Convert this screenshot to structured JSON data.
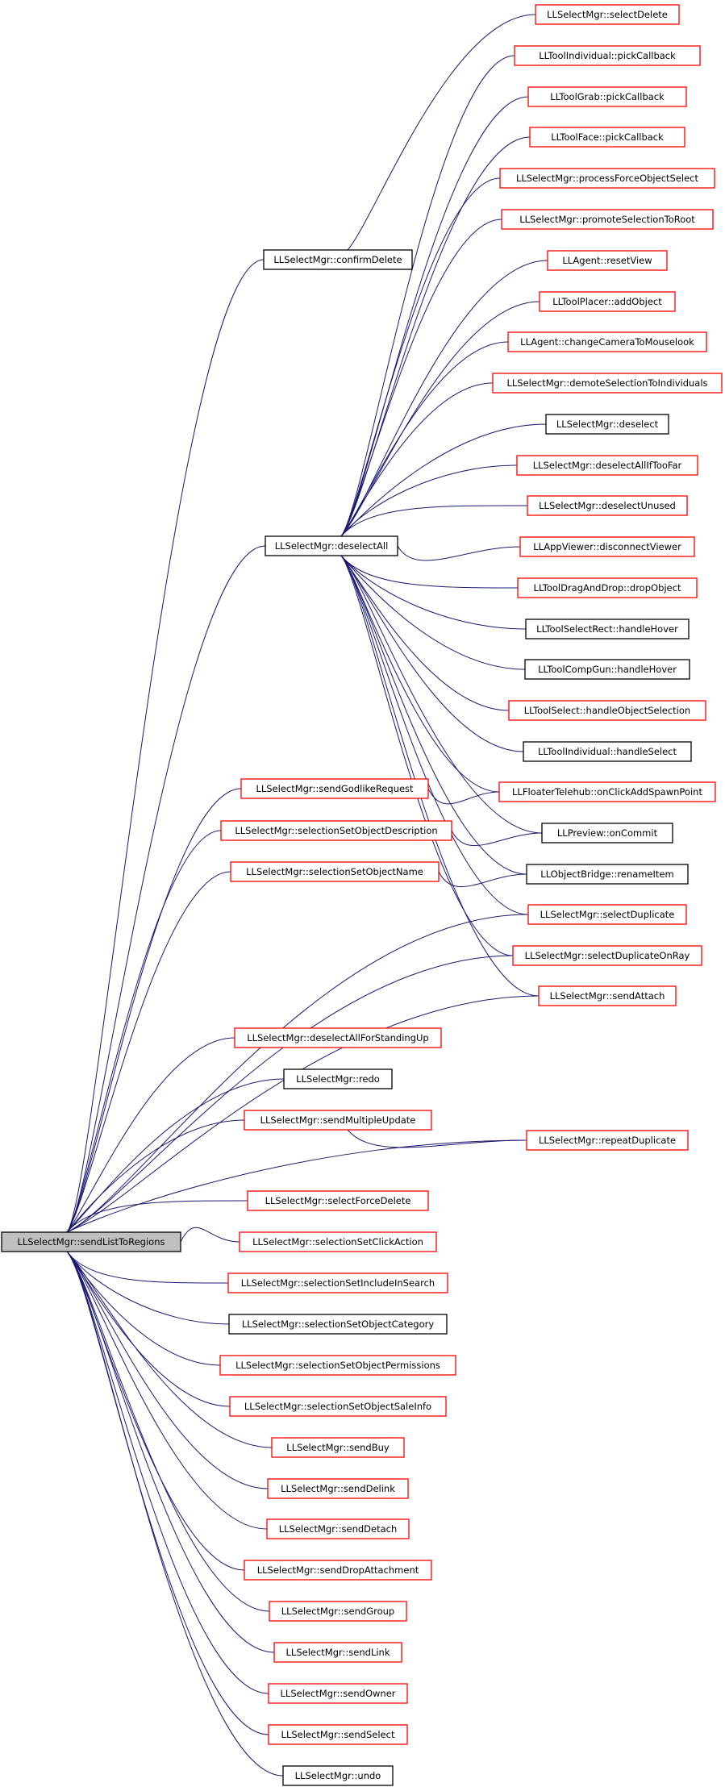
{
  "colors": {
    "edge": "#191970",
    "arrowhead": "#191970",
    "border_red": "#ff0000",
    "border_black": "#000000",
    "root_fill": "#bfbfbf"
  },
  "graph": {
    "root": "n_root",
    "nodes": [
      {
        "id": "n_root",
        "label": "LLSelectMgr::sendListToRegions",
        "border": "black",
        "root": true
      },
      {
        "id": "n_confirmDelete",
        "label": "LLSelectMgr::confirmDelete",
        "border": "black"
      },
      {
        "id": "n_deselectAll",
        "label": "LLSelectMgr::deselectAll",
        "border": "black"
      },
      {
        "id": "n_sendGodlikeRequest",
        "label": "LLSelectMgr::sendGodlikeRequest",
        "border": "red"
      },
      {
        "id": "n_selSetObjDesc",
        "label": "LLSelectMgr::selectionSetObjectDescription",
        "border": "red"
      },
      {
        "id": "n_selSetObjName",
        "label": "LLSelectMgr::selectionSetObjectName",
        "border": "red"
      },
      {
        "id": "n_deselectAllStanding",
        "label": "LLSelectMgr::deselectAllForStandingUp",
        "border": "red"
      },
      {
        "id": "n_redo",
        "label": "LLSelectMgr::redo",
        "border": "black"
      },
      {
        "id": "n_sendMultipleUpdate",
        "label": "LLSelectMgr::sendMultipleUpdate",
        "border": "red"
      },
      {
        "id": "n_selectForceDelete",
        "label": "LLSelectMgr::selectForceDelete",
        "border": "red"
      },
      {
        "id": "n_selSetClickAction",
        "label": "LLSelectMgr::selectionSetClickAction",
        "border": "red"
      },
      {
        "id": "n_selSetIncludeInSearch",
        "label": "LLSelectMgr::selectionSetIncludeInSearch",
        "border": "red"
      },
      {
        "id": "n_selSetObjCategory",
        "label": "LLSelectMgr::selectionSetObjectCategory",
        "border": "black"
      },
      {
        "id": "n_selSetObjPermissions",
        "label": "LLSelectMgr::selectionSetObjectPermissions",
        "border": "red"
      },
      {
        "id": "n_selSetObjSaleInfo",
        "label": "LLSelectMgr::selectionSetObjectSaleInfo",
        "border": "red"
      },
      {
        "id": "n_sendBuy",
        "label": "LLSelectMgr::sendBuy",
        "border": "red"
      },
      {
        "id": "n_sendDelink",
        "label": "LLSelectMgr::sendDelink",
        "border": "red"
      },
      {
        "id": "n_sendDetach",
        "label": "LLSelectMgr::sendDetach",
        "border": "red"
      },
      {
        "id": "n_sendDropAttachment",
        "label": "LLSelectMgr::sendDropAttachment",
        "border": "red"
      },
      {
        "id": "n_sendGroup",
        "label": "LLSelectMgr::sendGroup",
        "border": "red"
      },
      {
        "id": "n_sendLink",
        "label": "LLSelectMgr::sendLink",
        "border": "red"
      },
      {
        "id": "n_sendOwner",
        "label": "LLSelectMgr::sendOwner",
        "border": "red"
      },
      {
        "id": "n_sendSelect",
        "label": "LLSelectMgr::sendSelect",
        "border": "red"
      },
      {
        "id": "n_undo",
        "label": "LLSelectMgr::undo",
        "border": "black"
      },
      {
        "id": "n_selectDelete",
        "label": "LLSelectMgr::selectDelete",
        "border": "red"
      },
      {
        "id": "n_toolIndivPick",
        "label": "LLToolIndividual::pickCallback",
        "border": "red"
      },
      {
        "id": "n_toolGrabPick",
        "label": "LLToolGrab::pickCallback",
        "border": "red"
      },
      {
        "id": "n_toolFacePick",
        "label": "LLToolFace::pickCallback",
        "border": "red"
      },
      {
        "id": "n_processForceObjSel",
        "label": "LLSelectMgr::processForceObjectSelect",
        "border": "red"
      },
      {
        "id": "n_promoteSelToRoot",
        "label": "LLSelectMgr::promoteSelectionToRoot",
        "border": "red"
      },
      {
        "id": "n_agentResetView",
        "label": "LLAgent::resetView",
        "border": "red"
      },
      {
        "id": "n_toolPlacerAdd",
        "label": "LLToolPlacer::addObject",
        "border": "red"
      },
      {
        "id": "n_agentChangeCam",
        "label": "LLAgent::changeCameraToMouselook",
        "border": "red"
      },
      {
        "id": "n_demoteSelToIndiv",
        "label": "LLSelectMgr::demoteSelectionToIndividuals",
        "border": "red"
      },
      {
        "id": "n_deselect",
        "label": "LLSelectMgr::deselect",
        "border": "black"
      },
      {
        "id": "n_deselectAllIfTooFar",
        "label": "LLSelectMgr::deselectAllIfTooFar",
        "border": "red"
      },
      {
        "id": "n_deselectUnused",
        "label": "LLSelectMgr::deselectUnused",
        "border": "red"
      },
      {
        "id": "n_appViewerDisconnect",
        "label": "LLAppViewer::disconnectViewer",
        "border": "red"
      },
      {
        "id": "n_toolDragDrop",
        "label": "LLToolDragAndDrop::dropObject",
        "border": "red"
      },
      {
        "id": "n_toolSelRectHover",
        "label": "LLToolSelectRect::handleHover",
        "border": "black"
      },
      {
        "id": "n_toolCompGunHover",
        "label": "LLToolCompGun::handleHover",
        "border": "black"
      },
      {
        "id": "n_toolSelHandleObjSel",
        "label": "LLToolSelect::handleObjectSelection",
        "border": "red"
      },
      {
        "id": "n_toolIndivHandleSel",
        "label": "LLToolIndividual::handleSelect",
        "border": "black"
      },
      {
        "id": "n_floaterTelehub",
        "label": "LLFloaterTelehub::onClickAddSpawnPoint",
        "border": "red"
      },
      {
        "id": "n_previewOnCommit",
        "label": "LLPreview::onCommit",
        "border": "black"
      },
      {
        "id": "n_objBridgeRename",
        "label": "LLObjectBridge::renameItem",
        "border": "black"
      },
      {
        "id": "n_selectDuplicate",
        "label": "LLSelectMgr::selectDuplicate",
        "border": "red"
      },
      {
        "id": "n_selectDupOnRay",
        "label": "LLSelectMgr::selectDuplicateOnRay",
        "border": "red"
      },
      {
        "id": "n_sendAttach",
        "label": "LLSelectMgr::sendAttach",
        "border": "red"
      },
      {
        "id": "n_repeatDuplicate",
        "label": "LLSelectMgr::repeatDuplicate",
        "border": "red"
      }
    ],
    "edges": [
      {
        "from": "n_confirmDelete",
        "to": "n_root"
      },
      {
        "from": "n_deselectAll",
        "to": "n_root"
      },
      {
        "from": "n_sendGodlikeRequest",
        "to": "n_root"
      },
      {
        "from": "n_selSetObjDesc",
        "to": "n_root"
      },
      {
        "from": "n_selSetObjName",
        "to": "n_root"
      },
      {
        "from": "n_selectDuplicate",
        "to": "n_root"
      },
      {
        "from": "n_selectDupOnRay",
        "to": "n_root"
      },
      {
        "from": "n_sendAttach",
        "to": "n_root"
      },
      {
        "from": "n_deselectAllStanding",
        "to": "n_root"
      },
      {
        "from": "n_redo",
        "to": "n_root"
      },
      {
        "from": "n_sendMultipleUpdate",
        "to": "n_root"
      },
      {
        "from": "n_repeatDuplicate",
        "to": "n_root"
      },
      {
        "from": "n_selectForceDelete",
        "to": "n_root"
      },
      {
        "from": "n_selSetClickAction",
        "to": "n_root"
      },
      {
        "from": "n_selSetIncludeInSearch",
        "to": "n_root"
      },
      {
        "from": "n_selSetObjCategory",
        "to": "n_root"
      },
      {
        "from": "n_selSetObjPermissions",
        "to": "n_root"
      },
      {
        "from": "n_selSetObjSaleInfo",
        "to": "n_root"
      },
      {
        "from": "n_sendBuy",
        "to": "n_root"
      },
      {
        "from": "n_sendDelink",
        "to": "n_root"
      },
      {
        "from": "n_sendDetach",
        "to": "n_root"
      },
      {
        "from": "n_sendDropAttachment",
        "to": "n_root"
      },
      {
        "from": "n_sendGroup",
        "to": "n_root"
      },
      {
        "from": "n_sendLink",
        "to": "n_root"
      },
      {
        "from": "n_sendOwner",
        "to": "n_root"
      },
      {
        "from": "n_sendSelect",
        "to": "n_root"
      },
      {
        "from": "n_undo",
        "to": "n_root"
      },
      {
        "from": "n_selectDelete",
        "to": "n_confirmDelete"
      },
      {
        "from": "n_toolIndivPick",
        "to": "n_deselectAll"
      },
      {
        "from": "n_toolGrabPick",
        "to": "n_deselectAll"
      },
      {
        "from": "n_toolFacePick",
        "to": "n_deselectAll"
      },
      {
        "from": "n_processForceObjSel",
        "to": "n_deselectAll"
      },
      {
        "from": "n_promoteSelToRoot",
        "to": "n_deselectAll"
      },
      {
        "from": "n_agentResetView",
        "to": "n_deselectAll"
      },
      {
        "from": "n_toolPlacerAdd",
        "to": "n_deselectAll"
      },
      {
        "from": "n_agentChangeCam",
        "to": "n_deselectAll"
      },
      {
        "from": "n_demoteSelToIndiv",
        "to": "n_deselectAll"
      },
      {
        "from": "n_deselect",
        "to": "n_deselectAll"
      },
      {
        "from": "n_deselectAllIfTooFar",
        "to": "n_deselectAll"
      },
      {
        "from": "n_deselectUnused",
        "to": "n_deselectAll"
      },
      {
        "from": "n_appViewerDisconnect",
        "to": "n_deselectAll"
      },
      {
        "from": "n_toolDragDrop",
        "to": "n_deselectAll"
      },
      {
        "from": "n_toolSelRectHover",
        "to": "n_deselectAll"
      },
      {
        "from": "n_toolCompGunHover",
        "to": "n_deselectAll"
      },
      {
        "from": "n_toolSelHandleObjSel",
        "to": "n_deselectAll"
      },
      {
        "from": "n_toolIndivHandleSel",
        "to": "n_deselectAll"
      },
      {
        "from": "n_floaterTelehub",
        "to": "n_deselectAll"
      },
      {
        "from": "n_previewOnCommit",
        "to": "n_deselectAll"
      },
      {
        "from": "n_objBridgeRename",
        "to": "n_deselectAll"
      },
      {
        "from": "n_selectDuplicate",
        "to": "n_deselectAll"
      },
      {
        "from": "n_selectDupOnRay",
        "to": "n_deselectAll"
      },
      {
        "from": "n_sendAttach",
        "to": "n_deselectAll"
      },
      {
        "from": "n_floaterTelehub",
        "to": "n_sendGodlikeRequest"
      },
      {
        "from": "n_previewOnCommit",
        "to": "n_selSetObjDesc"
      },
      {
        "from": "n_objBridgeRename",
        "to": "n_selSetObjName"
      },
      {
        "from": "n_repeatDuplicate",
        "to": "n_sendMultipleUpdate"
      }
    ]
  }
}
